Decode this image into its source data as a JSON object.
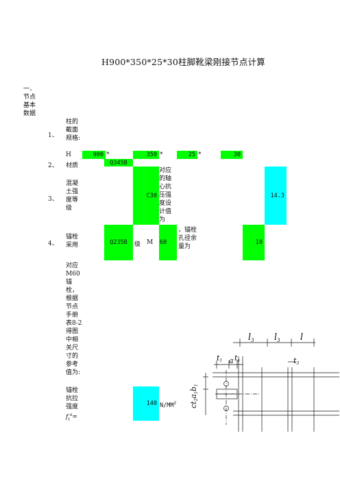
{
  "title": "H900*350*25*30柱脚靴梁刚接节点计算",
  "section1": {
    "label": "一、节点基本数据"
  },
  "rows": {
    "r1": {
      "num": "1、",
      "label": "柱的截面规格:",
      "prefix": "H",
      "v1": "900",
      "s1": "*",
      "v2": "350",
      "s2": "*",
      "v3": "25",
      "s3": "*",
      "v4": "30"
    },
    "r2": {
      "num": "2、",
      "label": "材质",
      "value": "Q345B"
    },
    "r3": {
      "num": "3、",
      "label": "混凝土强度等级",
      "grade": "C30",
      "desc": "对应的轴心抗压强度设计值为",
      "value": "14.3"
    },
    "r4": {
      "num": "4、",
      "label": "锚栓采用",
      "steel": "Q235B",
      "ji": "级",
      "m": "M",
      "dia": "60",
      "desc": "，锚栓孔径余量为",
      "value": "10"
    }
  },
  "note": "对应M60锚栓，根据节点手册表8-2得图中相关尺寸的参考值为:",
  "tensile": {
    "label": "锚栓抗拉强度",
    "symbol": "f",
    "sub": "t",
    "sup": "a",
    "eq": "=",
    "value": "140",
    "unit": "N/MM",
    "unit_sup": "2"
  },
  "diagram": {
    "labels": [
      "l",
      "3",
      "l",
      "3",
      "l",
      "t",
      "1",
      "a",
      "t",
      "e",
      "t",
      "3",
      "c",
      "t",
      "2",
      "a",
      "1",
      "b",
      "1"
    ]
  }
}
